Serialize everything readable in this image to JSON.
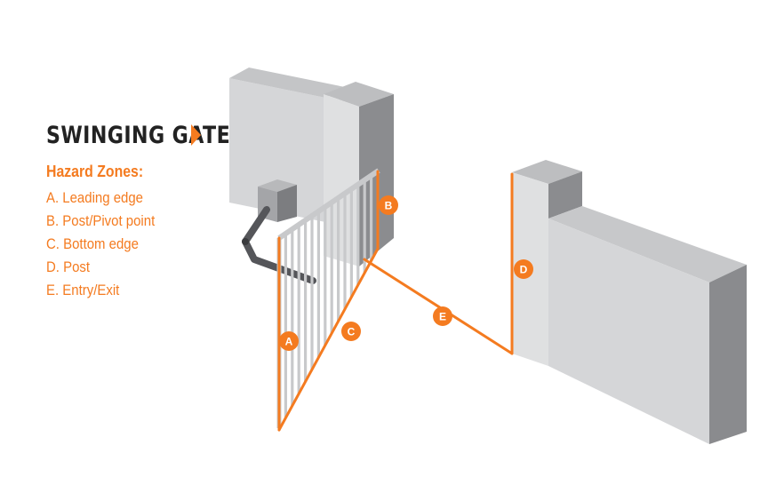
{
  "title": "SWINGING GATE",
  "hazard_heading": "Hazard Zones:",
  "hazard_zones": [
    {
      "letter": "A",
      "label": "A. Leading edge"
    },
    {
      "letter": "B",
      "label": "B. Post/Pivot point"
    },
    {
      "letter": "C",
      "label": "C. Bottom edge"
    },
    {
      "letter": "D",
      "label": "D. Post"
    },
    {
      "letter": "E",
      "label": "E. Entry/Exit"
    }
  ],
  "colors": {
    "accent": "#f47b20",
    "title_text": "#222222",
    "wall_light": "#d4d5d7",
    "wall_mid": "#bcbdbf",
    "wall_dark": "#8a8b8e",
    "gate_bars": "#c8c9cb"
  }
}
